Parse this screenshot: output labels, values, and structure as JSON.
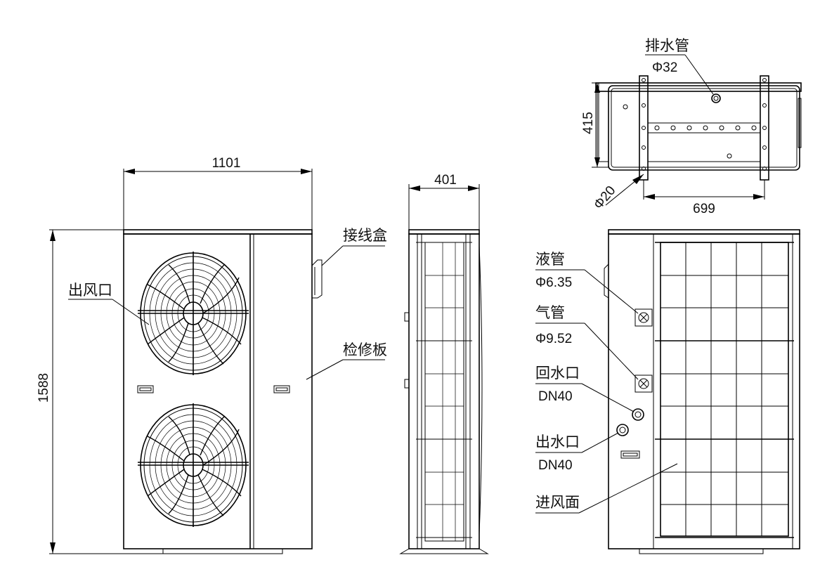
{
  "front_view": {
    "width_dim": "1101",
    "height_dim": "1588",
    "label_outlet": "出风口",
    "label_junction_box": "接线盒",
    "label_service_panel": "检修板"
  },
  "side_view": {
    "depth_dim": "401"
  },
  "top_view": {
    "label_drain": "排水管",
    "drain_size": "Φ32",
    "depth_dim": "415",
    "hole_dim": "Φ20",
    "span_dim": "699"
  },
  "rear_view": {
    "liquid_pipe": "液管",
    "liquid_size": "Φ6.35",
    "gas_pipe": "气管",
    "gas_size": "Φ9.52",
    "water_return": "回水口",
    "water_return_size": "DN40",
    "water_outlet": "出水口",
    "water_outlet_size": "DN40",
    "air_inlet": "进风面"
  }
}
